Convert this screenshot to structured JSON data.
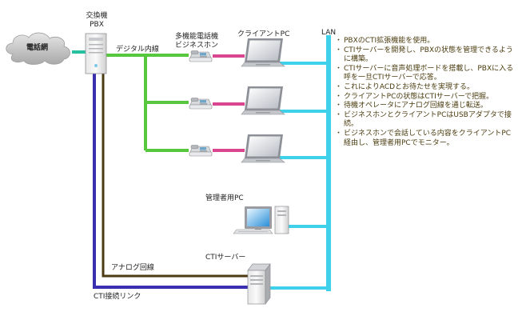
{
  "labels": {
    "phone_network": "電話網",
    "pbx_line1": "交換機",
    "pbx_line2": "PBX",
    "digital_line": "デジタル内線",
    "phone_line1": "多機能電話機",
    "phone_line2": "ビジネスホン",
    "client_pc": "クライアントPC",
    "lan": "LAN",
    "admin_pc": "管理者用PC",
    "cti_server": "CTIサーバー",
    "analog_line": "アナログ回線",
    "cti_link": "CTI接続リンク"
  },
  "notes": [
    "PBXのCTI拡張機能を使用。",
    "CTIサーバーを開発し、PBXの状態を管理できるように構築。",
    "CTIサーバーに音声処理ボードを搭載し、PBXに入る呼を一旦CTIサーバーで応答。",
    "これによりACDとお待たせを実現する。",
    "クライアントPCの状態はCTIサーバーで把握。",
    "待機オペレータにアナログ回線を通じ転送。",
    "ビジネスホンとクライアントPCはUSBアダプタで接続。",
    "ビジネスホンで会話している内容をクライアントPC経由し、管理者用PCでモニター。"
  ],
  "colors": {
    "lan": "#3fd0ea",
    "digital_line": "#57c83d",
    "usb_link": "#d9468f",
    "cti_link": "#3a2fae",
    "analog_line": "#4b3a12",
    "cloud": "#bdbdbd",
    "phone_link": "#27c0a0"
  }
}
